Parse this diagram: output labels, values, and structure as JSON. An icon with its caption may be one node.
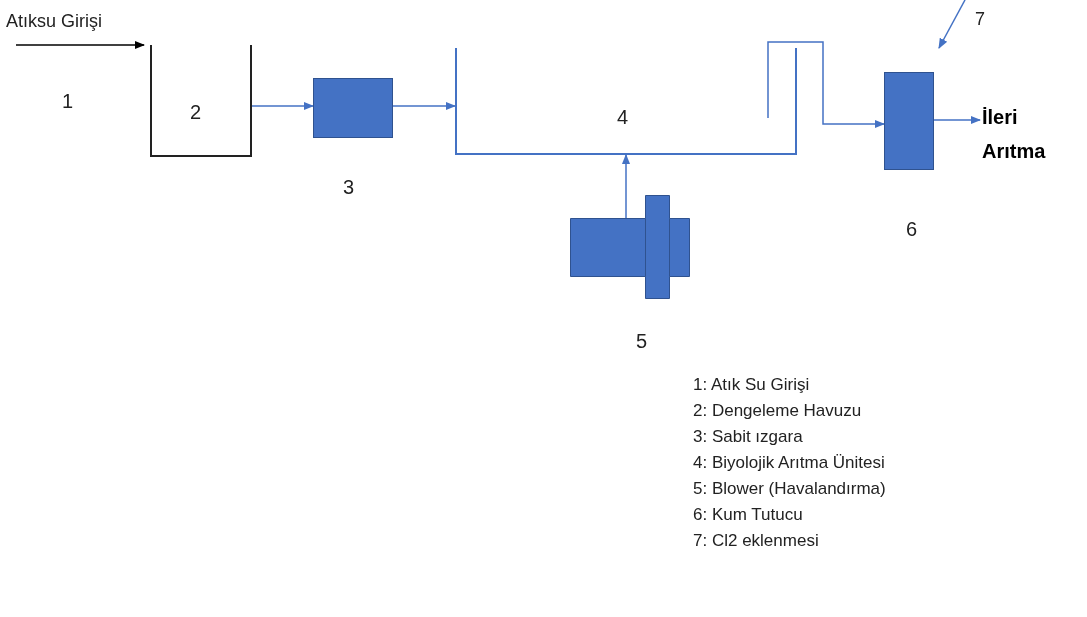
{
  "diagram": {
    "nodes": [
      {
        "text": [
          "Atıksu Girişi"
        ]
      },
      {
        "text": [
          "2"
        ]
      },
      {
        "text": [],
        "shape": "box",
        "beside": [
          "3"
        ]
      },
      {
        "text": [
          "4"
        ]
      },
      {
        "text": [],
        "shape": "picture",
        "beside": [
          "5"
        ]
      },
      {
        "text": [],
        "shape": "box",
        "beside": [
          "6"
        ]
      },
      {
        "text": [
          "İleri Arıtma"
        ]
      },
      {
        "text": [
          "7"
        ]
      }
    ],
    "edges": [
      {
        "from": 0,
        "to": 1,
        "arrow": "to",
        "color": "#000000"
      },
      {
        "from": 1,
        "to": 2,
        "arrow": "to"
      },
      {
        "from": 2,
        "to": 3,
        "arrow": "to"
      },
      {
        "from": 4,
        "to": 3,
        "arrow": "to"
      },
      {
        "from": 3,
        "to": 5,
        "arrow": "to"
      },
      {
        "from": 5,
        "to": 6,
        "arrow": "to"
      },
      {
        "from": 7,
        "to": 5,
        "arrow": "to"
      }
    ],
    "labels": [
      "1",
      "1: Atık Su Girişi",
      "2: Dengeleme Havuzu",
      "3: Sabit ızgara",
      "4: Biyolojik Arıtma Ünitesi",
      "5: Blower (Havalandırma)",
      "6: Kum Tutucu",
      "7: Cl2 eklenmesi"
    ]
  }
}
